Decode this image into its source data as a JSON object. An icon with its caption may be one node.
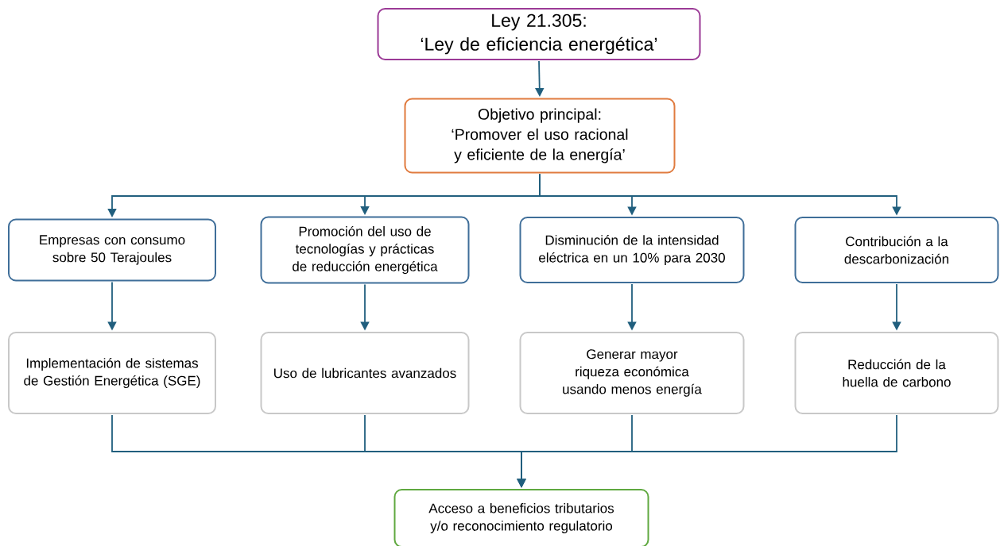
{
  "diagram": {
    "nodes": [
      {
        "text": [
          "Ley 21.305:",
          "‘Ley de eficiencia energética’"
        ]
      },
      {
        "text": [
          "Objetivo principal:",
          "‘Promover el uso racional y eficiente de la energía’"
        ]
      },
      {
        "text": [
          "Empresas con consumo sobre 50 Terajoules"
        ]
      },
      {
        "text": [
          "Promoción del uso de tecnologías y prácticas de reducción energética"
        ]
      },
      {
        "text": [
          "Disminución de la intensidad eléctrica en un 10% para 2030"
        ]
      },
      {
        "text": [
          "Contribución a la descarbonización"
        ]
      },
      {
        "text": [
          "Implementación de sistemas de Gestión Energética (SGE)"
        ]
      },
      {
        "text": [
          "Uso de lubricantes avanzados"
        ]
      },
      {
        "text": [
          "Generar mayor riqueza económica usando menos energía"
        ]
      },
      {
        "text": [
          "Reducción de la huella de carbono"
        ]
      },
      {
        "text": [
          "Acceso a beneficios tributarios y/o reconocimiento regulatorio"
        ]
      }
    ],
    "edges": [
      {
        "from": 0,
        "to": 1,
        "arrow": "to"
      },
      {
        "from": 1,
        "to": 2,
        "arrow": "to"
      },
      {
        "from": 1,
        "to": 3,
        "arrow": "to"
      },
      {
        "from": 1,
        "to": 4,
        "arrow": "to"
      },
      {
        "from": 1,
        "to": 5,
        "arrow": "to"
      },
      {
        "from": 2,
        "to": 6,
        "arrow": "to"
      },
      {
        "from": 3,
        "to": 7,
        "arrow": "to"
      },
      {
        "from": 4,
        "to": 8,
        "arrow": "to"
      },
      {
        "from": 5,
        "to": 9,
        "arrow": "to"
      },
      {
        "from": 6,
        "to": 10,
        "arrow": "to"
      },
      {
        "from": 7,
        "to": 10,
        "arrow": "to"
      },
      {
        "from": 8,
        "to": 10,
        "arrow": "to"
      },
      {
        "from": 9,
        "to": 10,
        "arrow": "to"
      }
    ]
  }
}
